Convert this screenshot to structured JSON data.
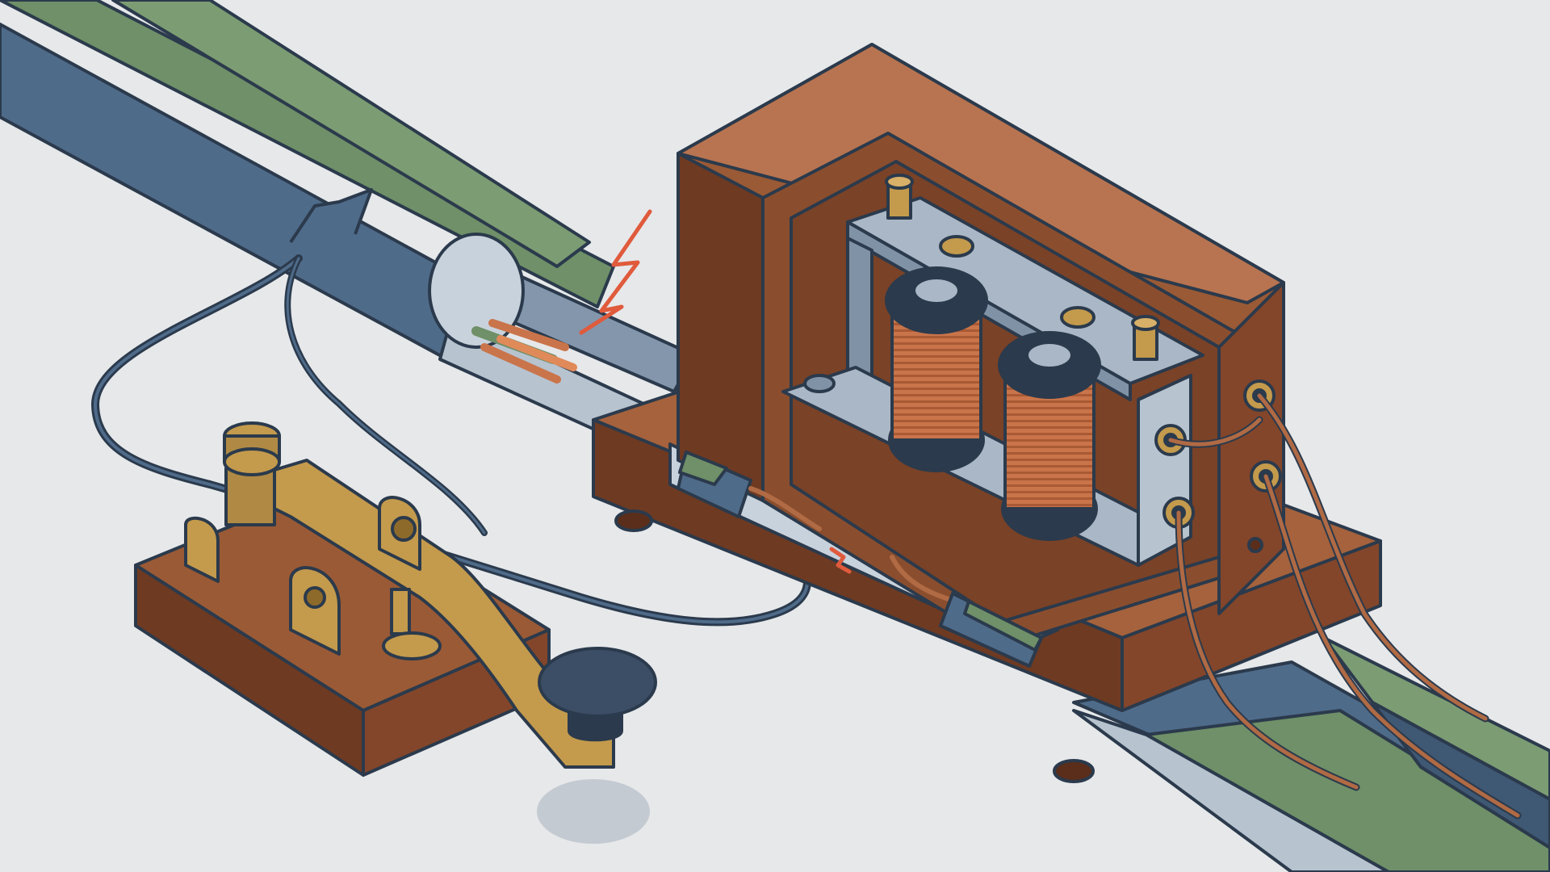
{
  "illustration": {
    "subject": "",
    "components": [
      {
        "id": "telegraph-key",
        "icon": "telegraph-key-icon"
      },
      {
        "id": "relay",
        "icon": "electromagnetic-relay-icon"
      },
      {
        "id": "cable-bundle",
        "icon": "cable-icon"
      },
      {
        "id": "broken-wire",
        "icon": "broken-wire-icon"
      },
      {
        "id": "spark",
        "icon": "lightning-bolt-icon"
      }
    ]
  },
  "colors": {
    "background": "#e6e8ea",
    "outline": "#2b3a4c",
    "wood": "#9a5a35",
    "wood_dark": "#6e3a22",
    "wood_light": "#b87450",
    "brass": "#c49a4c",
    "brass_dark": "#8e6a2a",
    "copper_coil": "#c9744a",
    "steel": "#a9b7c6",
    "cable_blue": "#4f6b8a",
    "cable_green": "#6f9068",
    "spark_red": "#e05a3c",
    "knob_dark": "#3c4e66"
  }
}
